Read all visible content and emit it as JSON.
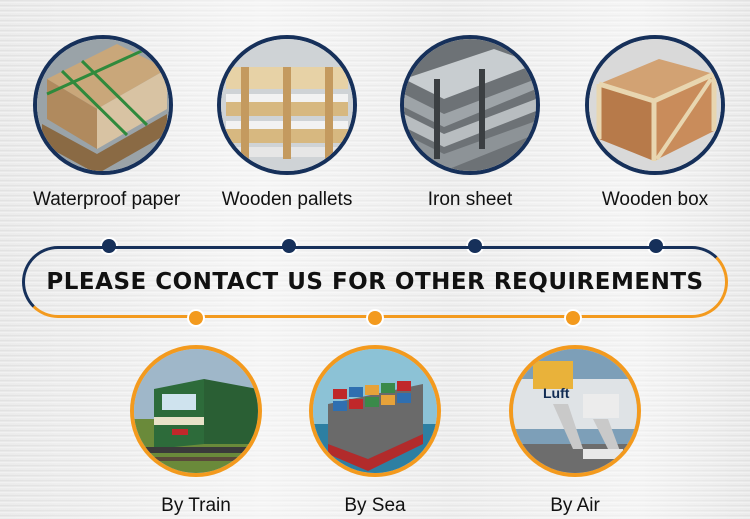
{
  "packaging": [
    {
      "label": "Waterproof paper"
    },
    {
      "label": "Wooden pallets"
    },
    {
      "label": "Iron sheet"
    },
    {
      "label": "Wooden box"
    }
  ],
  "banner": {
    "text": "PLEASE CONTACT US FOR OTHER REQUIREMENTS"
  },
  "shipping": [
    {
      "label": "By Train"
    },
    {
      "label": "By Sea"
    },
    {
      "label": "By Air"
    }
  ],
  "photo_text": {
    "airline": "Luft"
  },
  "colors": {
    "navy": "#16305a",
    "orange": "#f39a1e"
  }
}
